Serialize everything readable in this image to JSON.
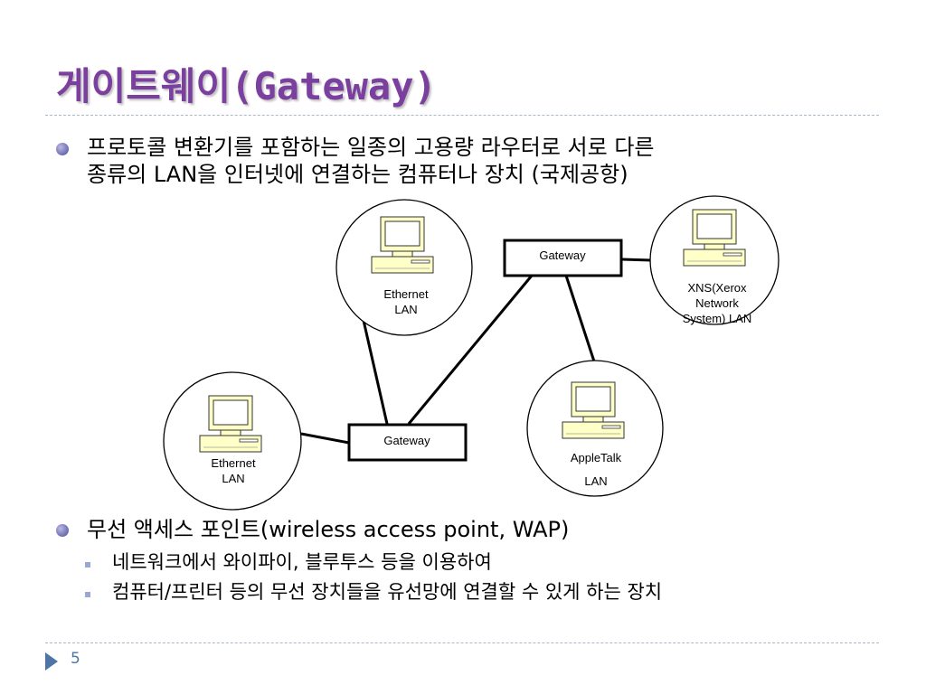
{
  "title": "게이트웨이(Gateway)",
  "bullets": [
    {
      "text_lines": [
        "프로토콜 변환기를 포함하는 일종의 고용량 라우터로 서로 다른",
        "종류의 LAN을 인터넷에 연결하는 컴퓨터나 장치 (국제공항)"
      ]
    },
    {
      "text": "무선 액세스 포인트(wireless access point, WAP)",
      "sub": [
        "네트워크에서 와이파이, 블루투스 등을 이용하여",
        "컴퓨터/프린터 등의 무선 장치들을 유선망에 연결할 수 있게 하는 장치"
      ]
    }
  ],
  "diagram": {
    "gateway_top": "Gateway",
    "gateway_bottom": "Gateway",
    "ethernet_top": [
      "Ethernet",
      "LAN"
    ],
    "ethernet_left": [
      "Ethernet",
      "LAN"
    ],
    "xns": [
      "XNS(Xerox",
      "Network",
      "System) LAN"
    ],
    "appletalk": [
      "AppleTalk",
      "LAN"
    ]
  },
  "page_number": "5",
  "colors": {
    "title": "#7b3fa0",
    "accent": "#4f74a6",
    "computer_fill": "#ffffc8"
  }
}
